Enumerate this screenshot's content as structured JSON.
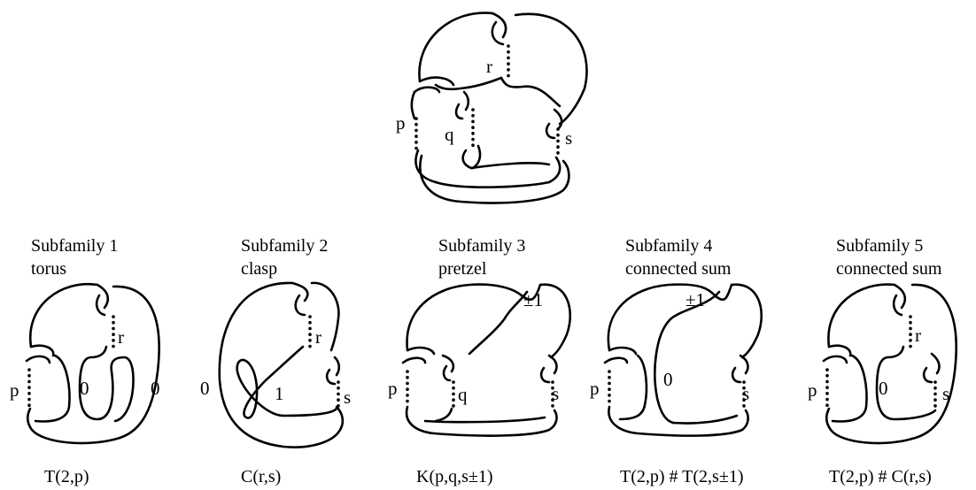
{
  "main_diagram": {
    "labels": {
      "p": "p",
      "q": "q",
      "r": "r",
      "s": "s"
    }
  },
  "subfamilies": [
    {
      "title": "Subfamily 1",
      "subtitle": "torus",
      "caption": "T(2,p)",
      "labels": {
        "p": "p",
        "r": "r",
        "inner": "0",
        "outer": "0"
      }
    },
    {
      "title": "Subfamily 2",
      "subtitle": "clasp",
      "caption": "C(r,s)",
      "labels": {
        "r": "r",
        "s": "s",
        "outer": "0",
        "inner": "1"
      }
    },
    {
      "title": "Subfamily 3",
      "subtitle": "pretzel",
      "caption": "K(p,q,s±1)",
      "labels": {
        "p": "p",
        "q": "q",
        "s": "s",
        "top": "±1"
      }
    },
    {
      "title": "Subfamily 4",
      "subtitle": "connected sum",
      "caption": "T(2,p) # T(2,s±1)",
      "labels": {
        "p": "p",
        "s": "s",
        "inner": "0",
        "top": "±1"
      }
    },
    {
      "title": "Subfamily 5",
      "subtitle": "connected sum",
      "caption": "T(2,p) # C(r,s)",
      "labels": {
        "p": "p",
        "r": "r",
        "s": "s",
        "inner": "0"
      }
    }
  ]
}
